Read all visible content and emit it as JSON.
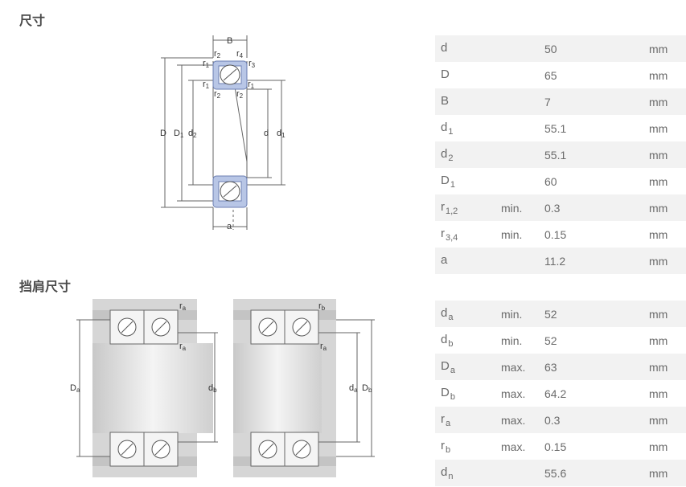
{
  "sections": {
    "dimensions_title": "尺寸",
    "abutment_title": "挡肩尺寸"
  },
  "colors": {
    "ring_fill": "#b8c6e6",
    "ring_stroke": "#6b7fb3",
    "line": "#666666",
    "row_alt": "#f2f2f2"
  },
  "dimensions": [
    {
      "sym": "d",
      "sub": "",
      "qual": "",
      "value": "50",
      "unit": "mm"
    },
    {
      "sym": "D",
      "sub": "",
      "qual": "",
      "value": "65",
      "unit": "mm"
    },
    {
      "sym": "B",
      "sub": "",
      "qual": "",
      "value": "7",
      "unit": "mm"
    },
    {
      "sym": "d",
      "sub": "1",
      "qual": "",
      "value": "55.1",
      "unit": "mm"
    },
    {
      "sym": "d",
      "sub": "2",
      "qual": "",
      "value": "55.1",
      "unit": "mm"
    },
    {
      "sym": "D",
      "sub": "1",
      "qual": "",
      "value": "60",
      "unit": "mm"
    },
    {
      "sym": "r",
      "sub": "1,2",
      "qual": "min.",
      "value": "0.3",
      "unit": "mm"
    },
    {
      "sym": "r",
      "sub": "3,4",
      "qual": "min.",
      "value": "0.15",
      "unit": "mm"
    },
    {
      "sym": "a",
      "sub": "",
      "qual": "",
      "value": "11.2",
      "unit": "mm"
    }
  ],
  "abutment": [
    {
      "sym": "d",
      "sub": "a",
      "qual": "min.",
      "value": "52",
      "unit": "mm"
    },
    {
      "sym": "d",
      "sub": "b",
      "qual": "min.",
      "value": "52",
      "unit": "mm"
    },
    {
      "sym": "D",
      "sub": "a",
      "qual": "max.",
      "value": "63",
      "unit": "mm"
    },
    {
      "sym": "D",
      "sub": "b",
      "qual": "max.",
      "value": "64.2",
      "unit": "mm"
    },
    {
      "sym": "r",
      "sub": "a",
      "qual": "max.",
      "value": "0.3",
      "unit": "mm"
    },
    {
      "sym": "r",
      "sub": "b",
      "qual": "max.",
      "value": "0.15",
      "unit": "mm"
    },
    {
      "sym": "d",
      "sub": "n",
      "qual": "",
      "value": "55.6",
      "unit": "mm"
    }
  ],
  "drawing1_labels": {
    "B": "B",
    "r2": "r",
    "r2s": "2",
    "r4": "r",
    "r4s": "4",
    "r1": "r",
    "r1s": "1",
    "r3": "r",
    "r3s": "3",
    "D": "D",
    "D1": "D",
    "D1s": "1",
    "d2": "d",
    "d2s": "2",
    "d": "d",
    "d1": "d",
    "d1s": "1",
    "a": "a"
  },
  "drawing2_labels": {
    "ra": "r",
    "ras": "a",
    "Da": "D",
    "Das": "a",
    "db": "d",
    "dbs": "b"
  },
  "drawing3_labels": {
    "rb": "r",
    "rbs": "b",
    "ra": "r",
    "ras": "a",
    "da": "d",
    "das": "a",
    "Db": "D",
    "Dbs": "b"
  }
}
